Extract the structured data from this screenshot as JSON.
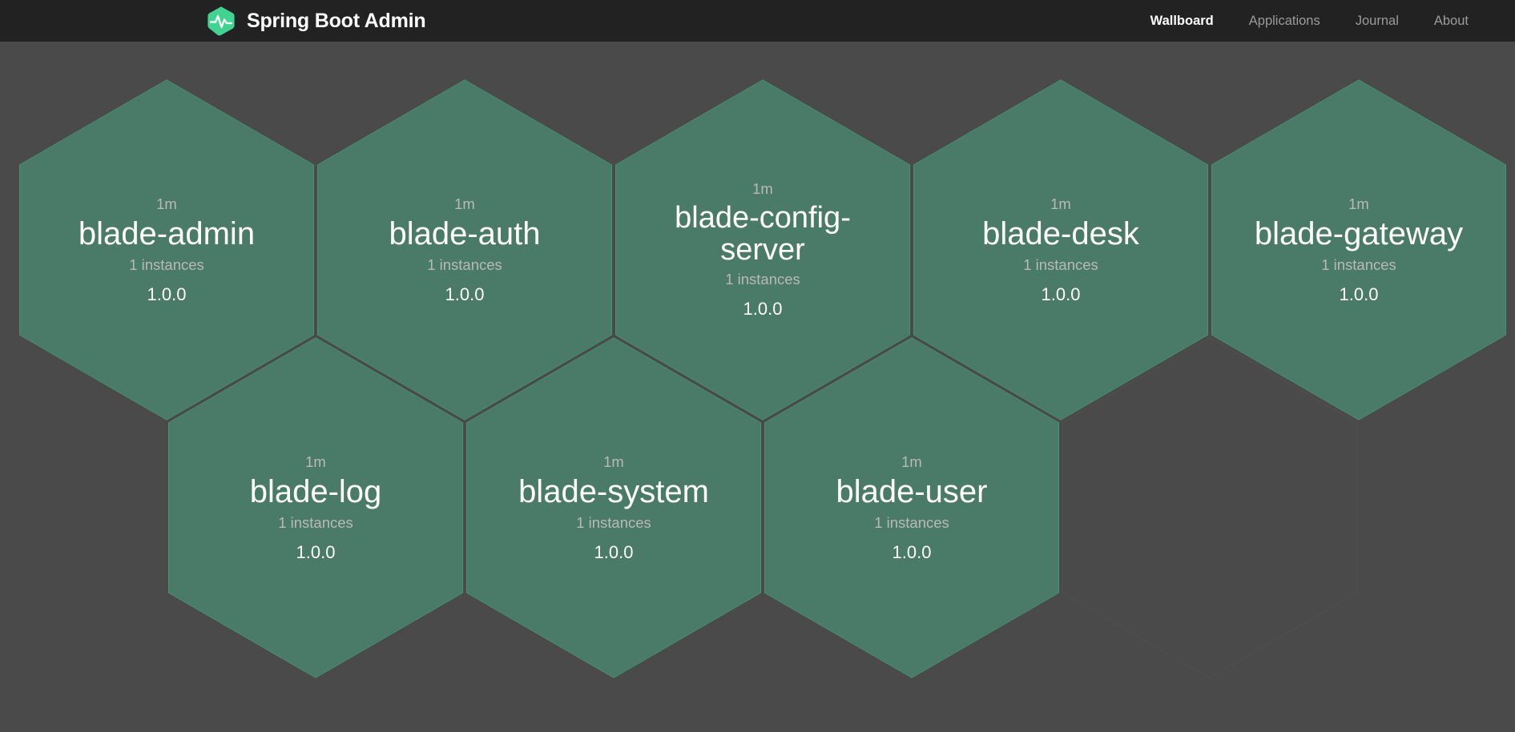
{
  "header": {
    "brand": {
      "title": "Spring Boot Admin",
      "logo_icon": "heartbeat-hexagon-logo"
    },
    "nav": [
      {
        "label": "Wallboard",
        "active": true
      },
      {
        "label": "Applications",
        "active": false
      },
      {
        "label": "Journal",
        "active": false
      },
      {
        "label": "About",
        "active": false
      }
    ]
  },
  "colors": {
    "background": "#4a4a4a",
    "header_background": "#222222",
    "hex_fill": "#4a7a68",
    "hex_border": "#3ecf99",
    "empty_hex_border": "#5a5a5a",
    "logo_green": "#42d392",
    "text_primary": "#ffffff",
    "text_muted": "#b9b9b9",
    "nav_inactive": "#9b9b9b"
  },
  "wallboard": {
    "applications": [
      {
        "status": "1m",
        "name": "blade-admin",
        "instances": "1 instances",
        "version": "1.0.0",
        "state": "up"
      },
      {
        "status": "1m",
        "name": "blade-auth",
        "instances": "1 instances",
        "version": "1.0.0",
        "state": "up"
      },
      {
        "status": "1m",
        "name": "blade-config-server",
        "instances": "1 instances",
        "version": "1.0.0",
        "state": "up"
      },
      {
        "status": "1m",
        "name": "blade-desk",
        "instances": "1 instances",
        "version": "1.0.0",
        "state": "up"
      },
      {
        "status": "1m",
        "name": "blade-gateway",
        "instances": "1 instances",
        "version": "1.0.0",
        "state": "up"
      },
      {
        "status": "1m",
        "name": "blade-log",
        "instances": "1 instances",
        "version": "1.0.0",
        "state": "up"
      },
      {
        "status": "1m",
        "name": "blade-system",
        "instances": "1 instances",
        "version": "1.0.0",
        "state": "up"
      },
      {
        "status": "1m",
        "name": "blade-user",
        "instances": "1 instances",
        "version": "1.0.0",
        "state": "up"
      },
      {
        "status": "",
        "name": "",
        "instances": "",
        "version": "",
        "state": "empty"
      }
    ]
  }
}
